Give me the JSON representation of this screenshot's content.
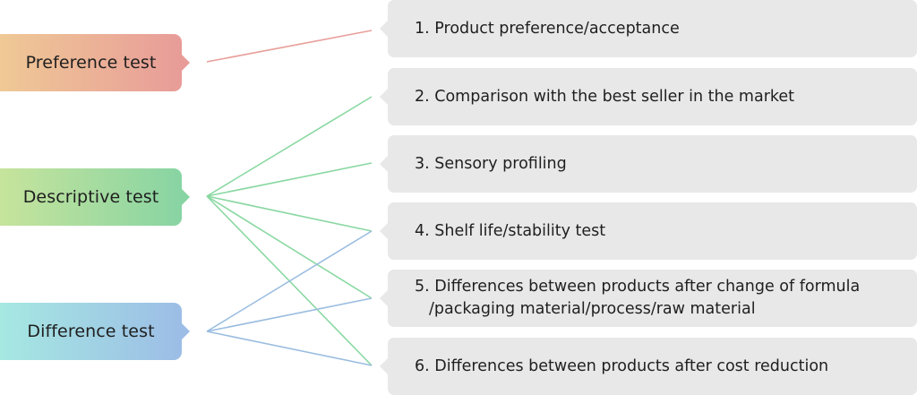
{
  "categories": [
    {
      "id": "preference",
      "label": "Preference test"
    },
    {
      "id": "descriptive",
      "label": "Descriptive test"
    },
    {
      "id": "difference",
      "label": "Difference test"
    }
  ],
  "items": [
    {
      "label": "1. Product preference/acceptance"
    },
    {
      "label": "2. Comparison with the best seller in the market"
    },
    {
      "label": "3. Sensory profiling"
    },
    {
      "label": "4. Shelf life/stability test"
    },
    {
      "label_line1": "5. Differences between products after change of formula",
      "label_line2": "/packaging material/process/raw material"
    },
    {
      "label": "6. Differences between products after cost reduction"
    }
  ],
  "links": [
    {
      "from": "preference",
      "to": 1
    },
    {
      "from": "descriptive",
      "to": 2
    },
    {
      "from": "descriptive",
      "to": 3
    },
    {
      "from": "descriptive",
      "to": 4
    },
    {
      "from": "descriptive",
      "to": 5
    },
    {
      "from": "descriptive",
      "to": 6
    },
    {
      "from": "difference",
      "to": 4
    },
    {
      "from": "difference",
      "to": 5
    },
    {
      "from": "difference",
      "to": 6
    }
  ],
  "colors": {
    "preference": "#e8a09b",
    "descriptive": "#8ad8a2",
    "difference": "#9bbde0",
    "item_background": "#e8e8e8"
  }
}
